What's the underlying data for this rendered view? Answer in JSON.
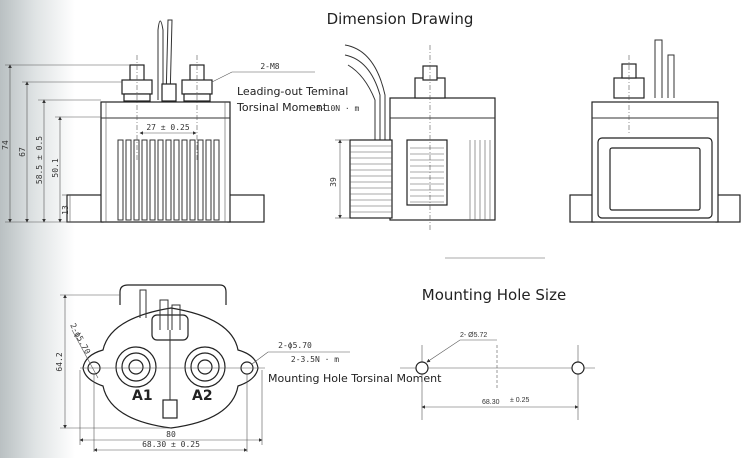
{
  "titles": {
    "dimension_drawing": "Dimension Drawing",
    "mounting_hole_size": "Mounting Hole Size"
  },
  "front_view": {
    "thread_label": "2-M8",
    "annotation_line1": "Leading-out Teminal",
    "annotation_line2": "Torsinal Moment",
    "torque_value": "8-10N · m",
    "terminal_spacing": "27 ± 0.25",
    "heights": [
      "74",
      "67",
      "58.5 ± 0.5",
      "50.1",
      "13"
    ]
  },
  "side_view": {
    "coil_height": "39"
  },
  "bottom_view": {
    "hole_label_left": "2-ϕ5.70",
    "hole_label_right": "2-ϕ5.70",
    "torque_value": "2-3.5N · m",
    "annotation": "Mounting Hole Torsinal Moment",
    "height": "64.2",
    "width": "80",
    "hole_spacing": "68.30 ± 0.25",
    "terminal_a1": "A1",
    "terminal_a2": "A2"
  },
  "mounting_holes": {
    "hole_label": "2- Ø5.72",
    "spacing": "68.30",
    "tolerance": "± 0.25"
  }
}
